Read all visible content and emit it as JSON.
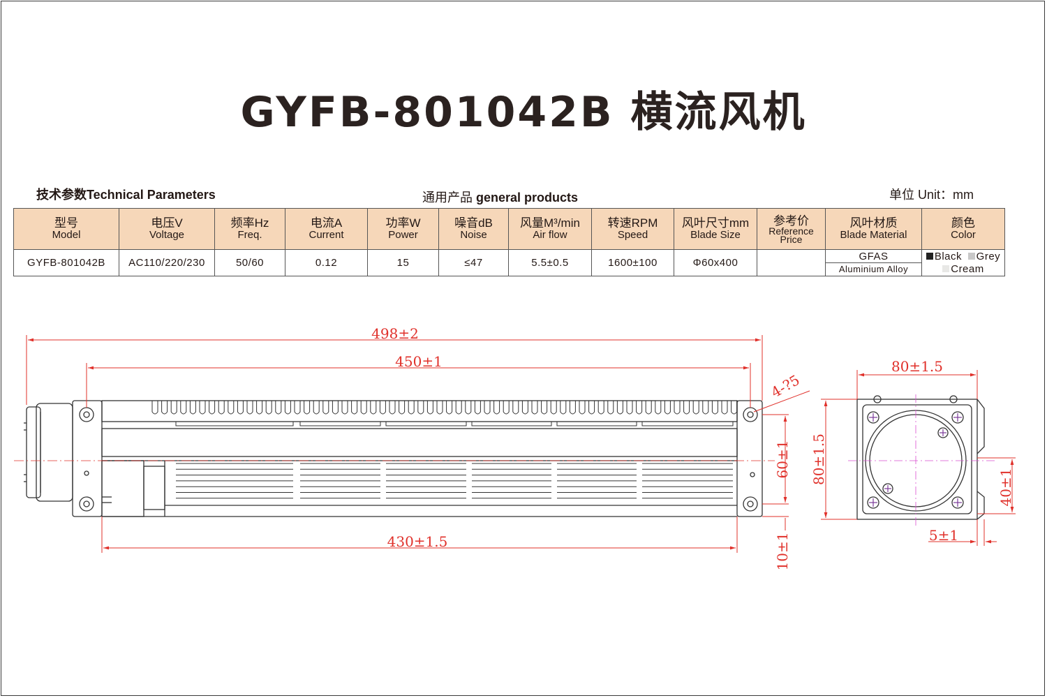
{
  "title": "GYFB-801042B 横流风机",
  "tech_params_cn": "技术参数",
  "tech_params_en": "Technical Parameters",
  "general_cn": "通用产品",
  "general_en": "general products",
  "unit_cn": "单位",
  "unit_en": "Unit：mm",
  "headers": [
    {
      "cn": "型号",
      "en": "Model"
    },
    {
      "cn": "电压V",
      "en": "Voltage"
    },
    {
      "cn": "频率Hz",
      "en": "Freq."
    },
    {
      "cn": "电流A",
      "en": "Current"
    },
    {
      "cn": "功率W",
      "en": "Power"
    },
    {
      "cn": "噪音dB",
      "en": "Noise"
    },
    {
      "cn": "风量M³/min",
      "en": "Air flow"
    },
    {
      "cn": "转速RPM",
      "en": "Speed"
    },
    {
      "cn": "风叶尺寸mm",
      "en": "Blade Size"
    },
    {
      "cn": "参考价",
      "en1": "Reference",
      "en2": "Price"
    },
    {
      "cn": "风叶材质",
      "en": "Blade Material"
    },
    {
      "cn": "颜色",
      "en": "Color"
    }
  ],
  "row": {
    "model": "GYFB-801042B",
    "voltage": "AC110/220/230",
    "freq": "50/60",
    "current": "0.12",
    "power": "15",
    "noise": "≤47",
    "airflow": "5.5±0.5",
    "speed": "1600±100",
    "blade_size": "Φ60x400",
    "price": "",
    "material_1": "GFAS",
    "material_2": "Aluminium Alloy",
    "color_1": "Black",
    "color_2": "Grey",
    "color_3": "Cream"
  },
  "colors": {
    "header_bg": "#f6d7b9",
    "dimension": "#e0302a",
    "black": "#222222",
    "grey": "#c8c8c8",
    "cream": "#e8e8e6"
  },
  "dimensions": {
    "overall_length": "498±2",
    "mount_span": "450±1",
    "hole": "4-?5",
    "height_60": "60±1",
    "impeller_length": "430±1.5",
    "offset_10": "10±1",
    "side_width": "80±1.5",
    "side_height": "80±1.5",
    "side_40": "40±1",
    "side_5": "5±1"
  }
}
